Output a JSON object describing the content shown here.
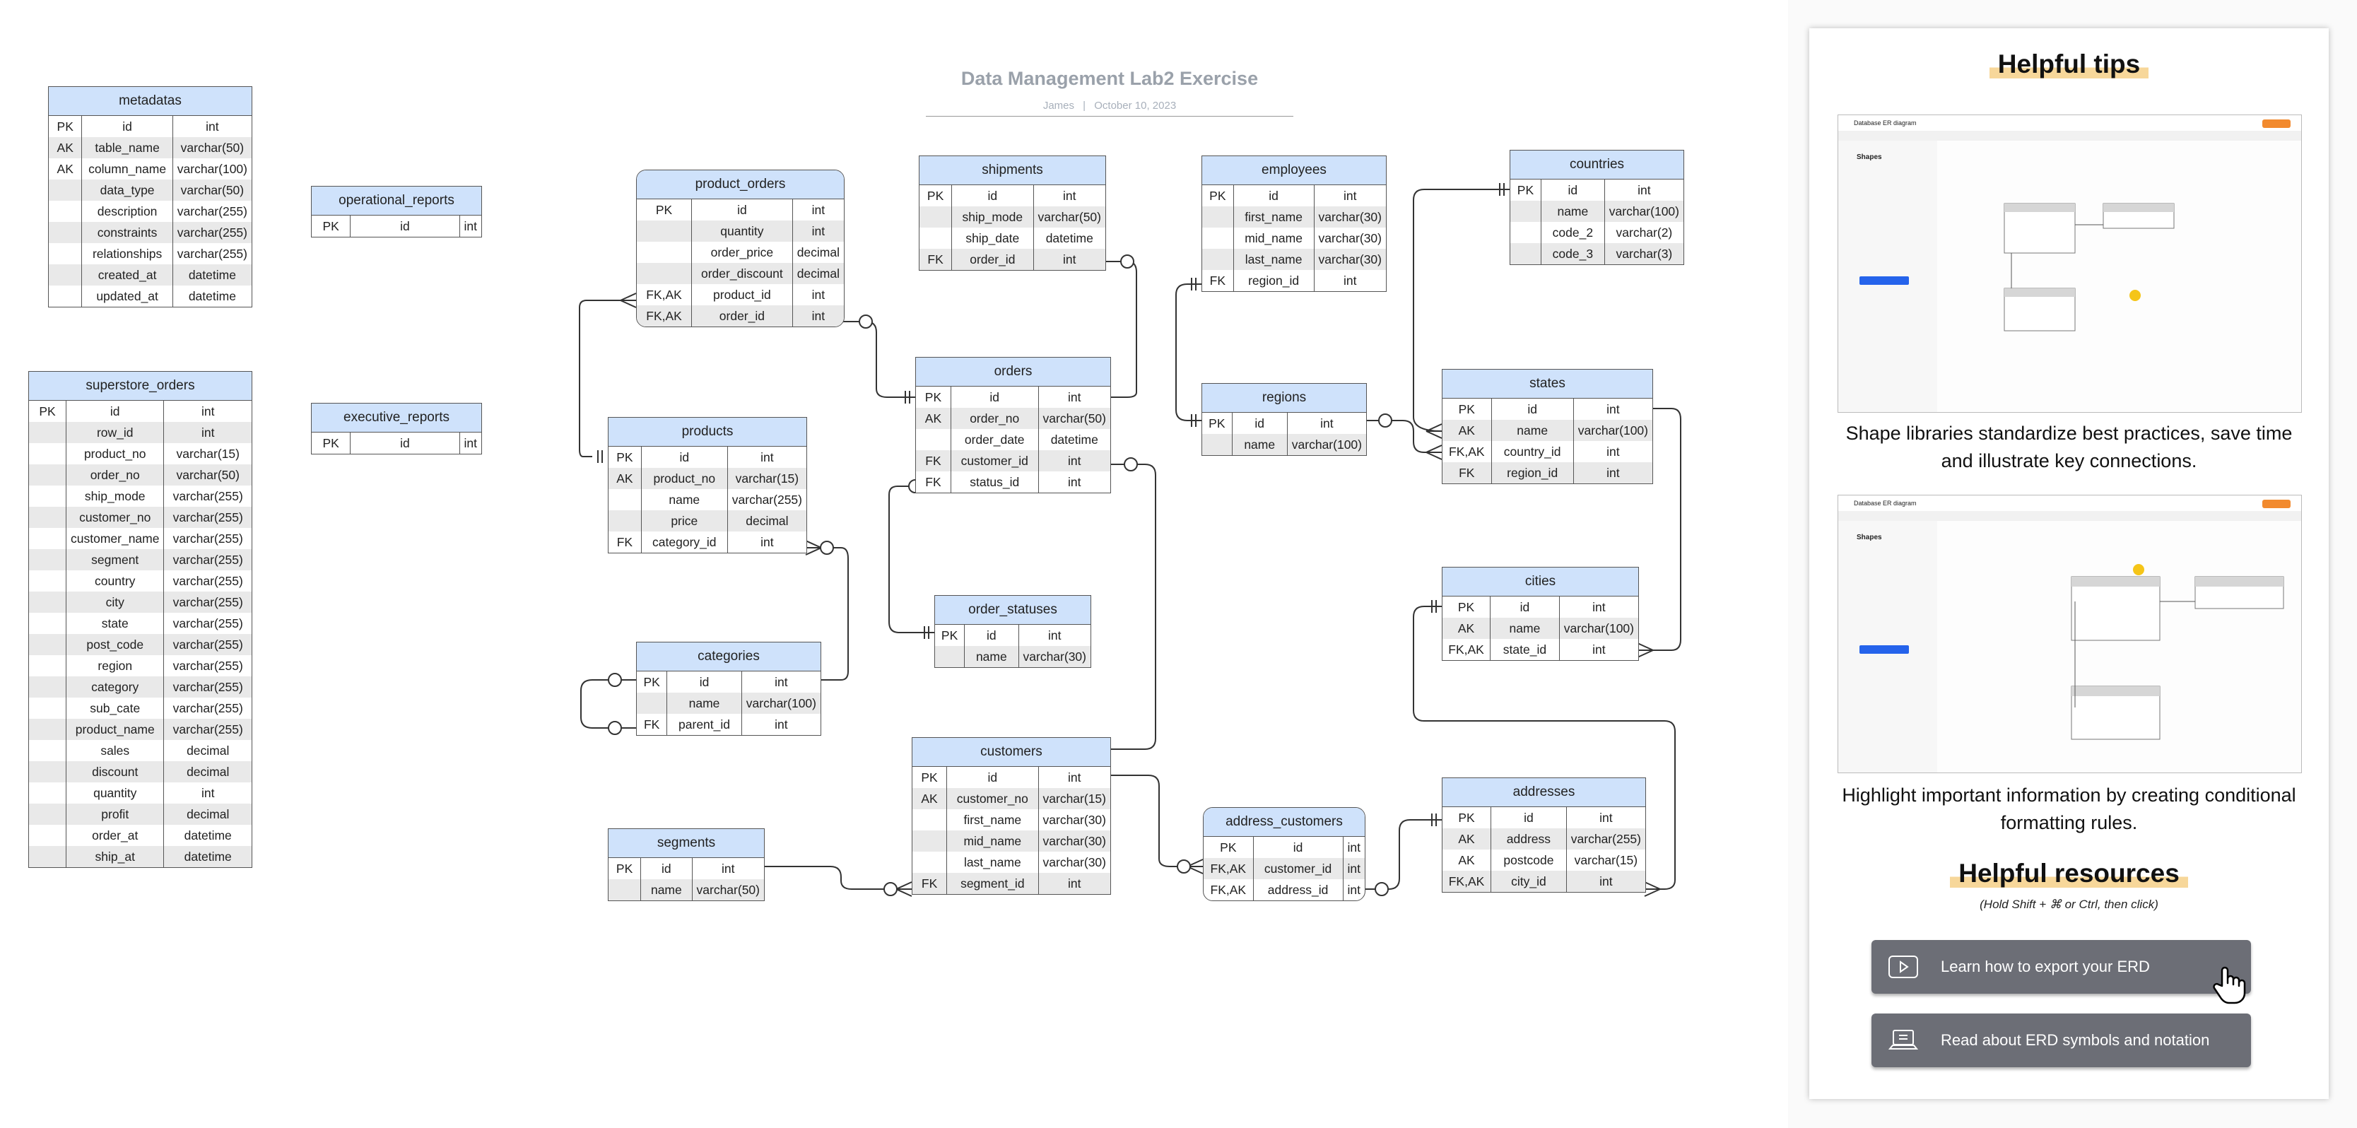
{
  "diagram": {
    "title": "Data Management Lab2 Exercise",
    "author": "James",
    "separator": "|",
    "date": "October 10, 2023"
  },
  "tables": [
    {
      "id": "metadatas",
      "name": "metadatas",
      "rows": [
        [
          "PK",
          "id",
          "int"
        ],
        [
          "AK",
          "table_name",
          "varchar(50)"
        ],
        [
          "AK",
          "column_name",
          "varchar(100)"
        ],
        [
          "",
          "data_type",
          "varchar(50)"
        ],
        [
          "",
          "description",
          "varchar(255)"
        ],
        [
          "",
          "constraints",
          "varchar(255)"
        ],
        [
          "",
          "relationships",
          "varchar(255)"
        ],
        [
          "",
          "created_at",
          "datetime"
        ],
        [
          "",
          "updated_at",
          "datetime"
        ]
      ]
    },
    {
      "id": "superstore_orders",
      "name": "superstore_orders",
      "rows": [
        [
          "PK",
          "id",
          "int"
        ],
        [
          "",
          "row_id",
          "int"
        ],
        [
          "",
          "product_no",
          "varchar(15)"
        ],
        [
          "",
          "order_no",
          "varchar(50)"
        ],
        [
          "",
          "ship_mode",
          "varchar(255)"
        ],
        [
          "",
          "customer_no",
          "varchar(255)"
        ],
        [
          "",
          "customer_name",
          "varchar(255)"
        ],
        [
          "",
          "segment",
          "varchar(255)"
        ],
        [
          "",
          "country",
          "varchar(255)"
        ],
        [
          "",
          "city",
          "varchar(255)"
        ],
        [
          "",
          "state",
          "varchar(255)"
        ],
        [
          "",
          "post_code",
          "varchar(255)"
        ],
        [
          "",
          "region",
          "varchar(255)"
        ],
        [
          "",
          "category",
          "varchar(255)"
        ],
        [
          "",
          "sub_cate",
          "varchar(255)"
        ],
        [
          "",
          "product_name",
          "varchar(255)"
        ],
        [
          "",
          "sales",
          "decimal"
        ],
        [
          "",
          "discount",
          "decimal"
        ],
        [
          "",
          "quantity",
          "int"
        ],
        [
          "",
          "profit",
          "decimal"
        ],
        [
          "",
          "order_at",
          "datetime"
        ],
        [
          "",
          "ship_at",
          "datetime"
        ]
      ]
    },
    {
      "id": "operational_reports",
      "name": "operational_reports",
      "rows": [
        [
          "PK",
          "id",
          "int"
        ]
      ]
    },
    {
      "id": "executive_reports",
      "name": "executive_reports",
      "rows": [
        [
          "PK",
          "id",
          "int"
        ]
      ]
    },
    {
      "id": "product_orders",
      "name": "product_orders",
      "rows": [
        [
          "PK",
          "id",
          "int"
        ],
        [
          "",
          "quantity",
          "int"
        ],
        [
          "",
          "order_price",
          "decimal"
        ],
        [
          "",
          "order_discount",
          "decimal"
        ],
        [
          "FK,AK",
          "product_id",
          "int"
        ],
        [
          "FK,AK",
          "order_id",
          "int"
        ]
      ]
    },
    {
      "id": "products",
      "name": "products",
      "rows": [
        [
          "PK",
          "id",
          "int"
        ],
        [
          "AK",
          "product_no",
          "varchar(15)"
        ],
        [
          "",
          "name",
          "varchar(255)"
        ],
        [
          "",
          "price",
          "decimal"
        ],
        [
          "FK",
          "category_id",
          "int"
        ]
      ]
    },
    {
      "id": "categories",
      "name": "categories",
      "rows": [
        [
          "PK",
          "id",
          "int"
        ],
        [
          "",
          "name",
          "varchar(100)"
        ],
        [
          "FK",
          "parent_id",
          "int"
        ]
      ]
    },
    {
      "id": "segments",
      "name": "segments",
      "rows": [
        [
          "PK",
          "id",
          "int"
        ],
        [
          "",
          "name",
          "varchar(50)"
        ]
      ]
    },
    {
      "id": "shipments",
      "name": "shipments",
      "rows": [
        [
          "PK",
          "id",
          "int"
        ],
        [
          "",
          "ship_mode",
          "varchar(50)"
        ],
        [
          "",
          "ship_date",
          "datetime"
        ],
        [
          "FK",
          "order_id",
          "int"
        ]
      ]
    },
    {
      "id": "orders",
      "name": "orders",
      "rows": [
        [
          "PK",
          "id",
          "int"
        ],
        [
          "AK",
          "order_no",
          "varchar(50)"
        ],
        [
          "",
          "order_date",
          "datetime"
        ],
        [
          "FK",
          "customer_id",
          "int"
        ],
        [
          "FK",
          "status_id",
          "int"
        ]
      ]
    },
    {
      "id": "order_statuses",
      "name": "order_statuses",
      "rows": [
        [
          "PK",
          "id",
          "int"
        ],
        [
          "",
          "name",
          "varchar(30)"
        ]
      ]
    },
    {
      "id": "customers",
      "name": "customers",
      "rows": [
        [
          "PK",
          "id",
          "int"
        ],
        [
          "AK",
          "customer_no",
          "varchar(15)"
        ],
        [
          "",
          "first_name",
          "varchar(30)"
        ],
        [
          "",
          "mid_name",
          "varchar(30)"
        ],
        [
          "",
          "last_name",
          "varchar(30)"
        ],
        [
          "FK",
          "segment_id",
          "int"
        ]
      ]
    },
    {
      "id": "employees",
      "name": "employees",
      "rows": [
        [
          "PK",
          "id",
          "int"
        ],
        [
          "",
          "first_name",
          "varchar(30)"
        ],
        [
          "",
          "mid_name",
          "varchar(30)"
        ],
        [
          "",
          "last_name",
          "varchar(30)"
        ],
        [
          "FK",
          "region_id",
          "int"
        ]
      ]
    },
    {
      "id": "regions",
      "name": "regions",
      "rows": [
        [
          "PK",
          "id",
          "int"
        ],
        [
          "",
          "name",
          "varchar(100)"
        ]
      ]
    },
    {
      "id": "address_customers",
      "name": "address_customers",
      "rows": [
        [
          "PK",
          "id",
          "int"
        ],
        [
          "FK,AK",
          "customer_id",
          "int"
        ],
        [
          "FK,AK",
          "address_id",
          "int"
        ]
      ]
    },
    {
      "id": "countries",
      "name": "countries",
      "rows": [
        [
          "PK",
          "id",
          "int"
        ],
        [
          "",
          "name",
          "varchar(100)"
        ],
        [
          "",
          "code_2",
          "varchar(2)"
        ],
        [
          "",
          "code_3",
          "varchar(3)"
        ]
      ]
    },
    {
      "id": "states",
      "name": "states",
      "rows": [
        [
          "PK",
          "id",
          "int"
        ],
        [
          "AK",
          "name",
          "varchar(100)"
        ],
        [
          "FK,AK",
          "country_id",
          "int"
        ],
        [
          "FK",
          "region_id",
          "int"
        ]
      ]
    },
    {
      "id": "cities",
      "name": "cities",
      "rows": [
        [
          "PK",
          "id",
          "int"
        ],
        [
          "AK",
          "name",
          "varchar(100)"
        ],
        [
          "FK,AK",
          "state_id",
          "int"
        ]
      ]
    },
    {
      "id": "addresses",
      "name": "addresses",
      "rows": [
        [
          "PK",
          "id",
          "int"
        ],
        [
          "AK",
          "address",
          "varchar(255)"
        ],
        [
          "AK",
          "postcode",
          "varchar(15)"
        ],
        [
          "FK,AK",
          "city_id",
          "int"
        ]
      ]
    }
  ],
  "panel": {
    "heading": "Helpful tips",
    "tip1": "Shape libraries standardize best practices, save time and illustrate key connections.",
    "tip2": "Highlight important information by creating conditional formatting rules.",
    "resources_heading": "Helpful resources",
    "hint": "(Hold Shift + ⌘ or Ctrl, then click)",
    "btn_export": "Learn how to export your ERD",
    "btn_symbols": "Read about ERD symbols and notation",
    "export_icon": "play-icon",
    "symbols_icon": "laptop-book-icon",
    "thumb_title": "Database ER diagram",
    "thumb_shapes": "Shapes",
    "accent": "#f7d79a"
  }
}
